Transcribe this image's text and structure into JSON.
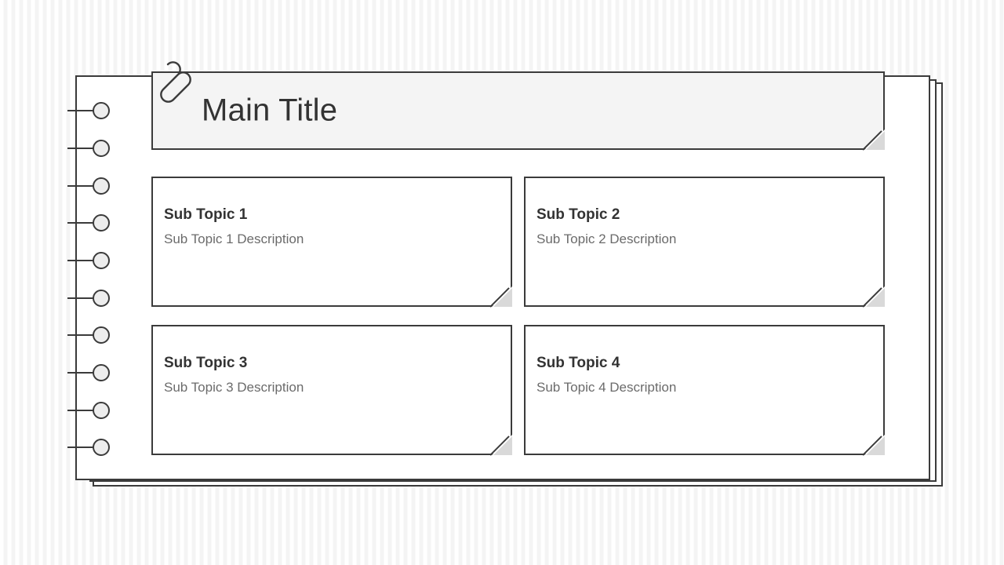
{
  "slide": {
    "title": "Main Title",
    "title_fill": "#f4f4f4",
    "border_color": "#3b3b3b",
    "page_fill": "#ffffff",
    "fold_fill": "#d9d9d9",
    "heading_color": "#333333",
    "description_color": "#6b6b6b",
    "background_stripe_color": "#f4f4f4"
  },
  "binding": {
    "ring_count": 10,
    "ring_fill": "#ededed",
    "icon": "spiral-ring"
  },
  "clip": {
    "icon": "paperclip-icon"
  },
  "cards": [
    {
      "title": "Sub Topic 1",
      "description": "Sub Topic 1 Description"
    },
    {
      "title": "Sub Topic 2",
      "description": "Sub Topic 2 Description"
    },
    {
      "title": "Sub Topic 3",
      "description": "Sub Topic 3 Description"
    },
    {
      "title": "Sub Topic 4",
      "description": "Sub Topic 4 Description"
    }
  ]
}
